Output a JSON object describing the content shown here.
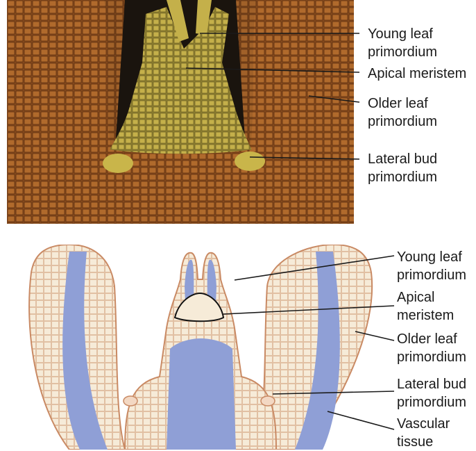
{
  "top_labels": {
    "young_leaf": "Young leaf\nprimordium",
    "apical_meristem": "Apical meristem",
    "older_leaf": "Older leaf\nprimordium",
    "lateral_bud": "Lateral bud\nprimordium"
  },
  "bottom_labels": {
    "young_leaf": "Young leaf\nprimordium",
    "apical_meristem": "Apical\nmeristem",
    "older_leaf": "Older leaf\nprimordium",
    "lateral_bud": "Lateral bud\nprimordium",
    "vascular": "Vascular\ntissue"
  },
  "colors": {
    "photo_bg": "#1a140e",
    "photo_tissue": "#9a5a24",
    "photo_bud": "#c9b54a",
    "drawing_cells": "#f6ebd8",
    "drawing_cell_lines": "#c98a64",
    "vascular": "#8f9fd6",
    "leader": "#1a1a1a"
  }
}
